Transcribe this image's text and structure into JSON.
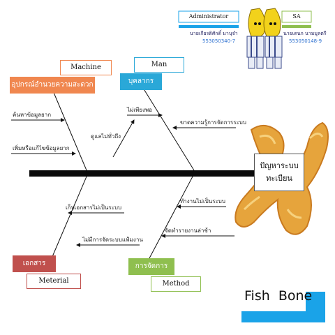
{
  "team": {
    "left_role": "Administrator",
    "left_name": "นายเกียรติศักดิ์ มานุจำ",
    "left_id": "553050340-7",
    "right_role": "SA",
    "right_name": "นายเดนก นามมูลตรี",
    "right_id": "553050148-9"
  },
  "categories": {
    "machine_en": "Machine",
    "machine_th": "อุปกรณ์อำนวยความสะดวก",
    "man_en": "Man",
    "man_th": "บุคลากร",
    "material_th": "เอกสาร",
    "material_en": "Meterial",
    "method_th": "การจัดการ",
    "method_en": "Method"
  },
  "causes": {
    "machine_1": "ค้นหาข้อมูลยาก",
    "machine_2": "เพิ่มหรือแก้ไขข้อมูลยาก",
    "man_1": "ไม่เพียงพอ",
    "man_2": "ขาดความรู้การจัดการระบบ",
    "man_3": "ดูแลไม่ทั่วถึง",
    "material_1": "เก็บเอกสารไม่เป็นระบบ",
    "material_2": "ไม่มีการจัดระบบแฟ้มงาน",
    "method_1": "ทำงานไม่เป็นระบบ",
    "method_2": "จัดทำรายงานล่าช้า"
  },
  "problem": {
    "line1": "ปัญหาระบบ",
    "line2": "ทะเบียน"
  },
  "footer_title": "Fish  Bone",
  "colors": {
    "machine": "#f0874f",
    "man": "#2aa8d8",
    "material": "#c0504d",
    "method": "#8fbf4f",
    "spine": "#0a0a0a",
    "accent_blue": "#1aa3e8"
  },
  "icons": [
    "banana-mascot-icon",
    "fish-bone-diagram",
    "fish-head-snack-icon"
  ]
}
